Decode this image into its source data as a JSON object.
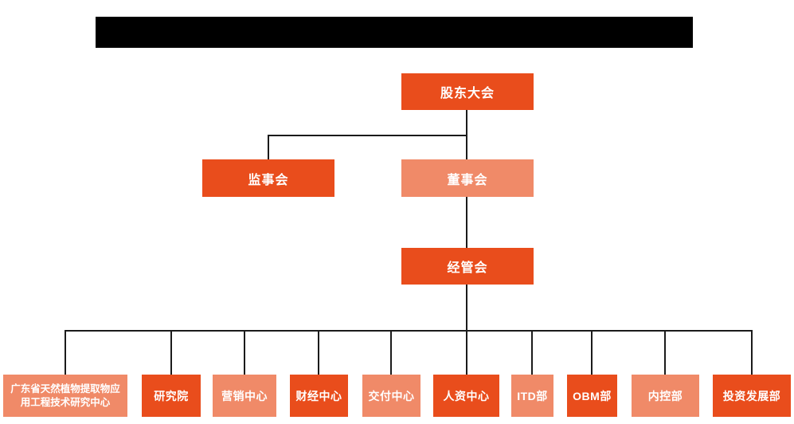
{
  "colors": {
    "background": "#ffffff",
    "redaction_bar": "#000000",
    "connector_line": "#1b1b1b",
    "dark_orange": "#e94d1c",
    "light_salmon": "#f08a68",
    "box_text": "#ffffff"
  },
  "org_chart": {
    "type": "org-tree",
    "title_bar": {
      "redacted": true,
      "text": ""
    },
    "nodes": {
      "shareholders": {
        "label": "股东大会",
        "level": 1,
        "color_style": "dark"
      },
      "supervisors": {
        "label": "监事会",
        "level": 2,
        "color_style": "dark"
      },
      "directors": {
        "label": "董事会",
        "level": 2,
        "color_style": "light"
      },
      "management": {
        "label": "经管会",
        "level": 3,
        "color_style": "dark"
      }
    },
    "departments": [
      {
        "label": "广东省天然植物提取物应用工程技术研究中心",
        "label_lines": [
          "广东省天然植物提取物应",
          "用工程技术研究中心"
        ],
        "color_style": "light"
      },
      {
        "label": "研究院",
        "color_style": "dark"
      },
      {
        "label": "营销中心",
        "color_style": "light"
      },
      {
        "label": "财经中心",
        "color_style": "dark"
      },
      {
        "label": "交付中心",
        "color_style": "light"
      },
      {
        "label": "人资中心",
        "color_style": "dark"
      },
      {
        "label": "ITD部",
        "color_style": "light"
      },
      {
        "label": "OBM部",
        "color_style": "dark"
      },
      {
        "label": "内控部",
        "color_style": "light"
      },
      {
        "label": "投资发展部",
        "color_style": "dark"
      }
    ],
    "hierarchy": [
      {
        "from": "股东大会",
        "to": [
          "监事会",
          "董事会"
        ]
      },
      {
        "from": "董事会",
        "to": [
          "经管会"
        ]
      },
      {
        "from": "经管会",
        "to": [
          "广东省天然植物提取物应用工程技术研究中心",
          "研究院",
          "营销中心",
          "财经中心",
          "交付中心",
          "人资中心",
          "ITD部",
          "OBM部",
          "内控部",
          "投资发展部"
        ]
      }
    ]
  }
}
